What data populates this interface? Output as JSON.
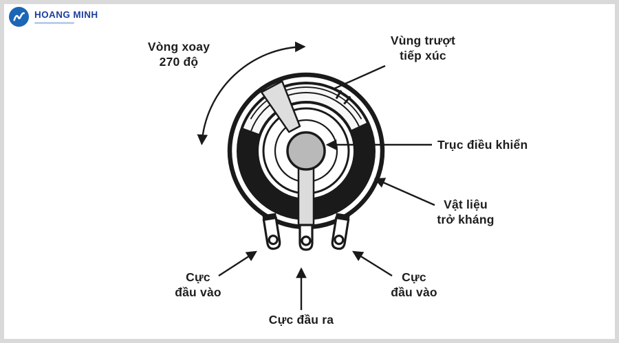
{
  "logo": {
    "brand": "HOANG MINH",
    "brand_color": "#1c3f9e"
  },
  "diagram": {
    "subject": "potentiometer-structure",
    "line_color": "#1a1a1a",
    "shaft_fill": "#b9b9b9",
    "wiper_fill": "#dedede"
  },
  "labels": {
    "rotation": [
      "Vòng xoay",
      "270 độ"
    ],
    "wiper": [
      "Vùng trượt",
      "tiếp xúc"
    ],
    "shaft": "Trục điều khiển",
    "resistive": [
      "Vật liệu",
      "trở kháng"
    ],
    "input_left": [
      "Cực",
      "đầu vào"
    ],
    "input_right": [
      "Cực",
      "đầu vào"
    ],
    "output": "Cực đầu ra"
  }
}
